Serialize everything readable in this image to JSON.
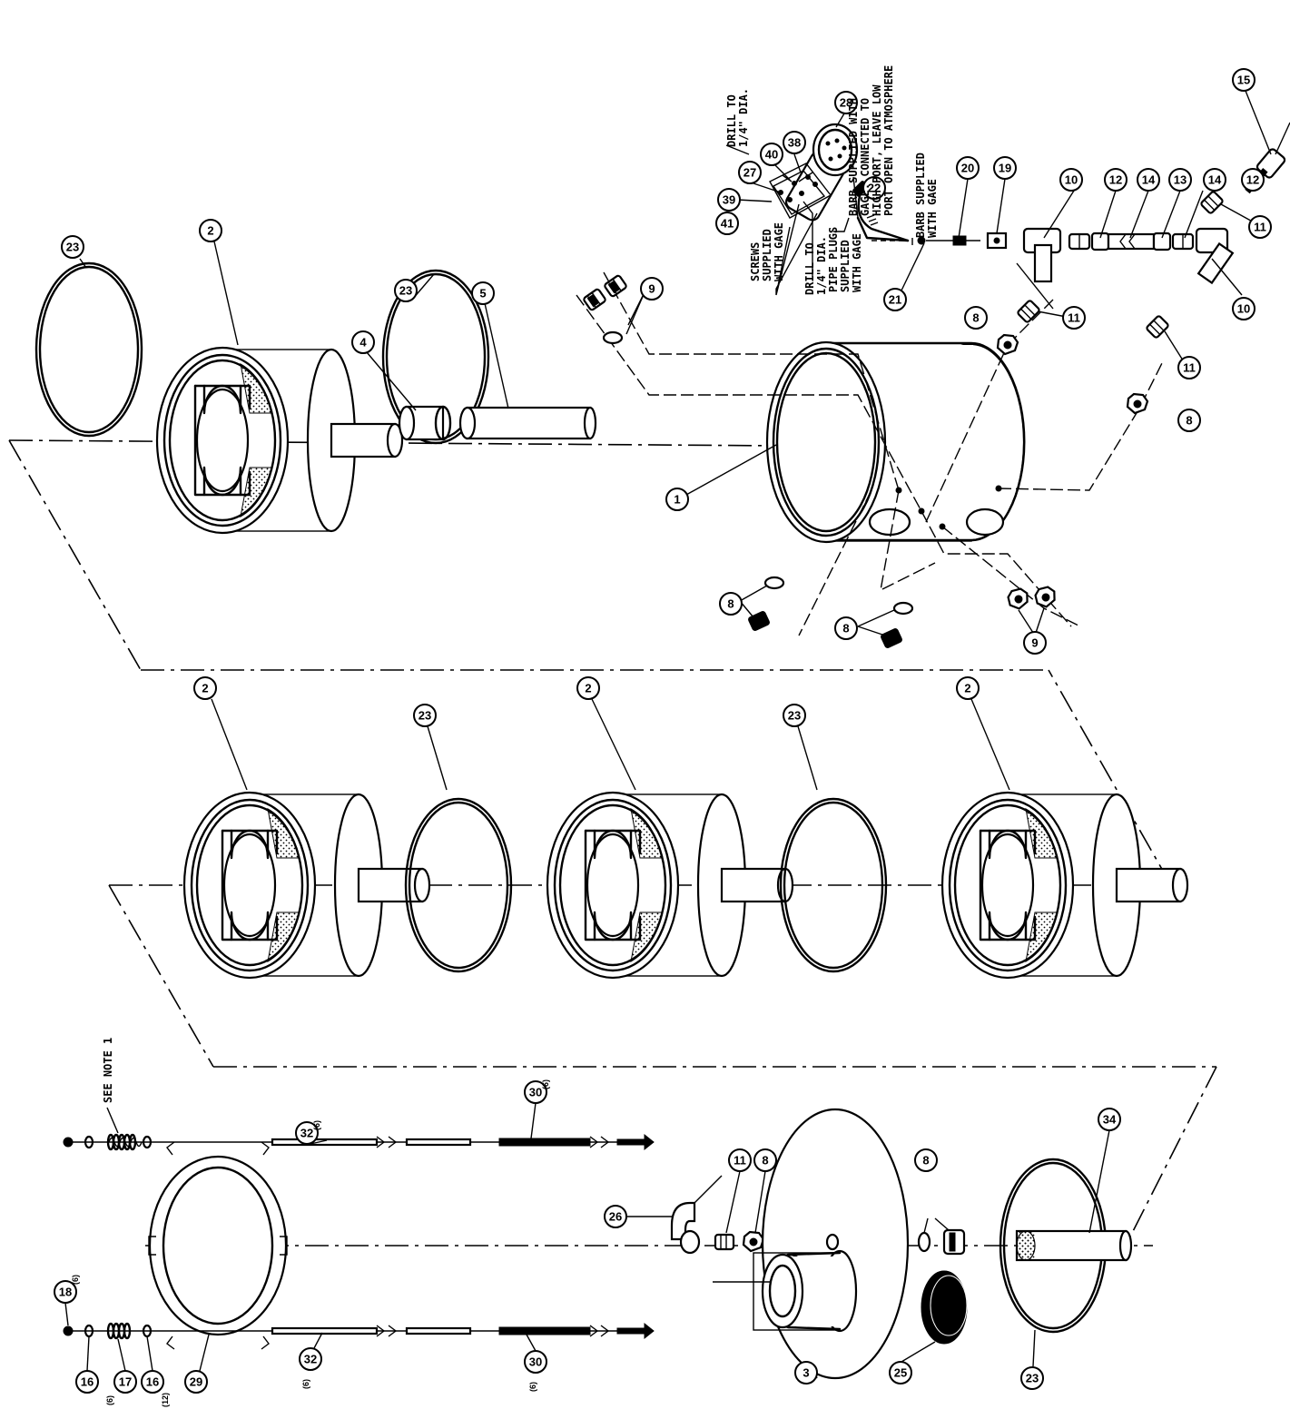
{
  "callouts": {
    "c1": "1",
    "c2a": "2",
    "c2b": "2",
    "c2c": "2",
    "c2d": "2",
    "c3": "3",
    "c4": "4",
    "c5": "5",
    "c8a": "8",
    "c8b": "8",
    "c8c": "8",
    "c8d": "8",
    "c8e": "8",
    "c8f": "8",
    "c9a": "9",
    "c9b": "9",
    "c10a": "10",
    "c10b": "10",
    "c11a": "11",
    "c11b": "11",
    "c11c": "11",
    "c11d": "11",
    "c12a": "12",
    "c12b": "12",
    "c13": "13",
    "c14a": "14",
    "c14b": "14",
    "c15": "15",
    "c16a": "16",
    "c16b": "16",
    "c17": "17",
    "c18": "18",
    "c19": "19",
    "c20": "20",
    "c21": "21",
    "c22": "22",
    "c23a": "23",
    "c23b": "23",
    "c23c": "23",
    "c23d": "23",
    "c23e": "23",
    "c25": "25",
    "c26": "26",
    "c27": "27",
    "c28": "28",
    "c29": "29",
    "c30a": "30",
    "c30b": "30",
    "c32a": "32",
    "c32b": "32",
    "c34": "34",
    "c38": "38",
    "c39": "39",
    "c40": "40",
    "c41": "41"
  },
  "quantities": {
    "q18": "(6)",
    "q17": "(6)",
    "q16": "(12)",
    "q32a": "(6)",
    "q32b": "(6)",
    "q30a": "(6)",
    "q30b": "(6)"
  },
  "notes": {
    "barb_high_low": [
      "BARB SUPPLIED WITH",
      "GAGE. CONNECTED TO",
      "HIGH PORT, LEAVE LOW",
      "PORT OPEN TO ATMOSPHERE"
    ],
    "barb_gage": [
      "BARB SUPPLIED",
      "WITH GAGE"
    ],
    "drill_top": [
      "DRILL TO",
      "1/4\" DIA."
    ],
    "drill_bottom": [
      "DRILL TO",
      "1/4\" DIA."
    ],
    "pipe_plugs": [
      "PIPE PLUGS",
      "SUPPLIED",
      "WITH GAGE"
    ],
    "screws": [
      "SCREWS",
      "SUPPLIED",
      "WITH GAGE"
    ],
    "see_note": "SEE NOTE 1"
  }
}
